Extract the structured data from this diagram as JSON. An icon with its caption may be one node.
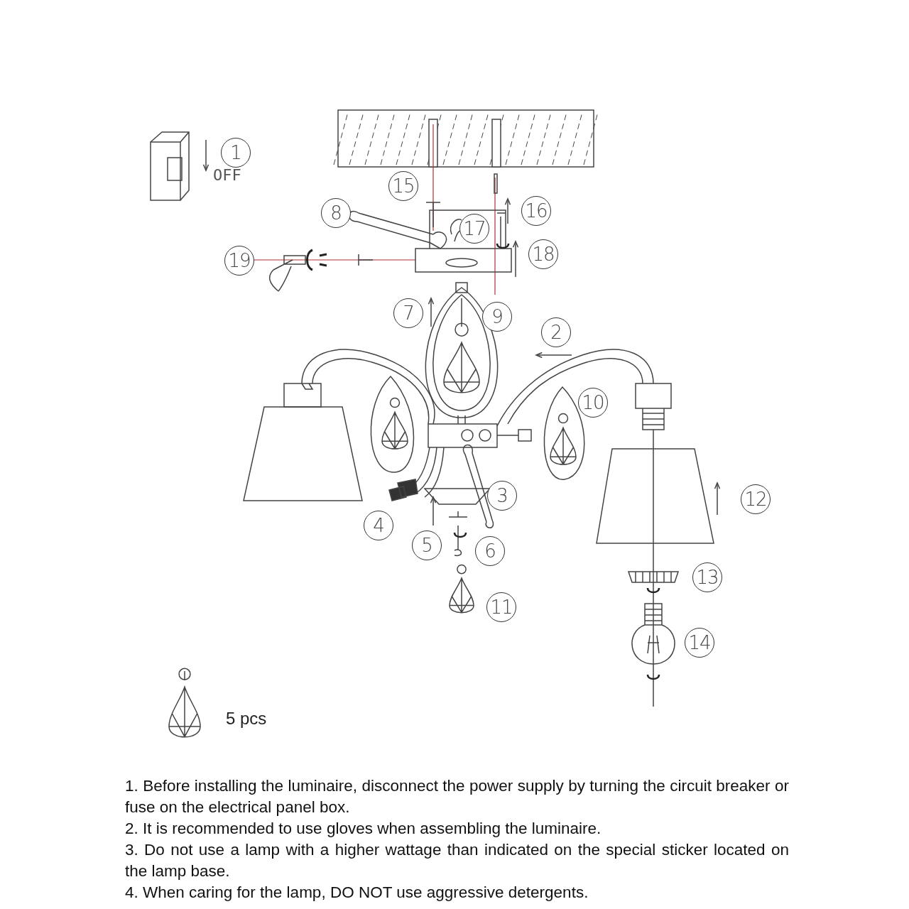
{
  "diagram": {
    "labels": [
      "1",
      "OFF",
      "15",
      "16",
      "8",
      "17",
      "18",
      "19",
      "7",
      "9",
      "2",
      "10",
      "12",
      "3",
      "4",
      "5",
      "6",
      "13",
      "11",
      "14",
      "5 pcs",
      "1. Before installing the luminaire, disconnect the power supply by turning the circuit breaker or fuse on the electrical panel box.",
      "2. It is recommended to use gloves when assembling the luminaire.",
      "3. Do not use a lamp with a higher wattage than indicated on the special sticker located on the lamp base.",
      "4. When caring for the lamp, DO NOT use aggressive detergents."
    ]
  }
}
